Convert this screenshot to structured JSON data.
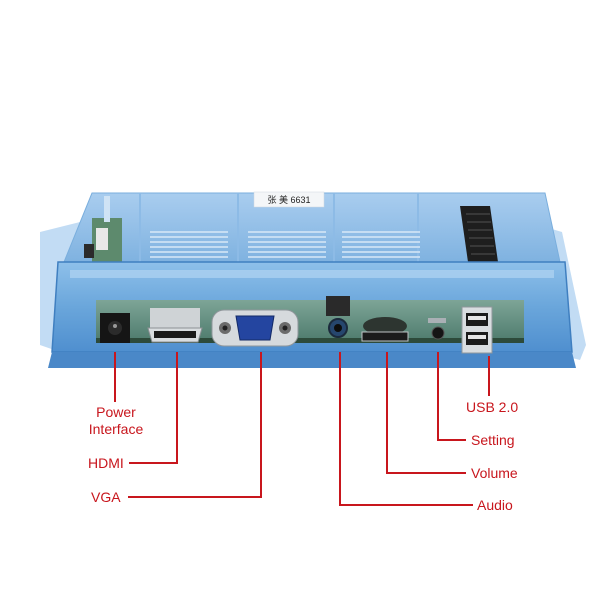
{
  "image": {
    "subject": "Blue translucent arcade game board enclosure (rear port panel)",
    "sticker_text": "张 美 6631",
    "colors": {
      "annotation": "#c8161d",
      "case_blue": "#6fa8dc",
      "case_dark": "#3d7fc1",
      "pcb_green": "#5f8a73",
      "background": "#ffffff"
    }
  },
  "ports": [
    {
      "id": "power",
      "label_line1": "Power",
      "label_line2": "Interface"
    },
    {
      "id": "hdmi",
      "label": "HDMI"
    },
    {
      "id": "vga",
      "label": "VGA"
    },
    {
      "id": "audio",
      "label": "Audio"
    },
    {
      "id": "volume",
      "label": "Volume"
    },
    {
      "id": "setting",
      "label": "Setting"
    },
    {
      "id": "usb",
      "label": "USB 2.0"
    }
  ]
}
